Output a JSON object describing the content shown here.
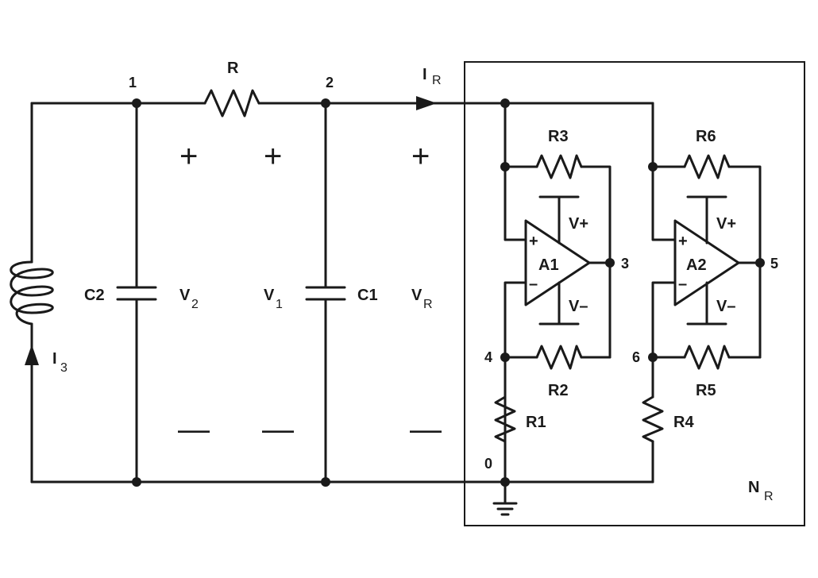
{
  "labels": {
    "R": "R",
    "C1": "C1",
    "C2": "C2",
    "R1": "R1",
    "R2": "R2",
    "R3": "R3",
    "R4": "R4",
    "R5": "R5",
    "R6": "R6",
    "A1": "A1",
    "A2": "A2",
    "NR_main": "N",
    "NR_sub": "R"
  },
  "nodes": {
    "n0": "0",
    "n1": "1",
    "n2": "2",
    "n3": "3",
    "n4": "4",
    "n5": "5",
    "n6": "6"
  },
  "quantities": {
    "IR_main": "I",
    "IR_sub": "R",
    "I3_main": "I",
    "I3_sub": "3",
    "V2_main": "V",
    "V2_sub": "2",
    "V1_main": "V",
    "V1_sub": "1",
    "VR_main": "V",
    "VR_sub": "R"
  },
  "signs": {
    "plus": "+",
    "minus": "—"
  },
  "supplies": {
    "vplus": "V+",
    "vminus": "V–"
  },
  "opamp_inputs": {
    "noninv": "+",
    "inv": "–"
  }
}
